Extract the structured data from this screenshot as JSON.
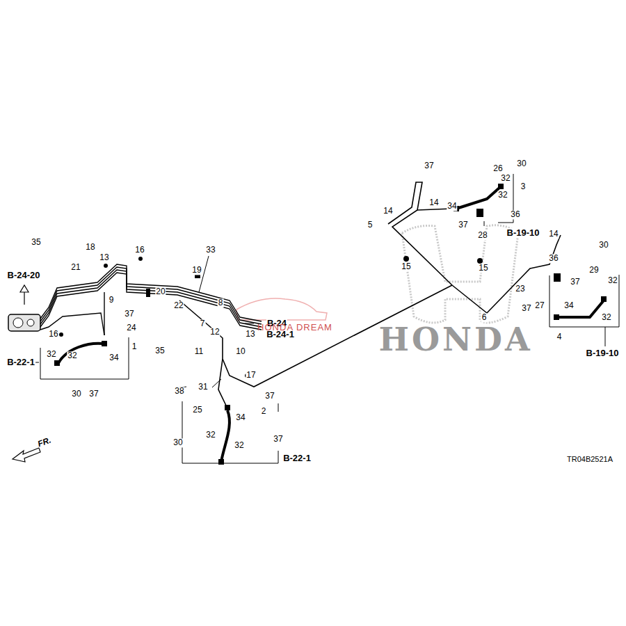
{
  "diagram": {
    "labels": [
      "37",
      "26",
      "30",
      "32",
      "3",
      "32",
      "14",
      "14",
      "34",
      "36",
      "5",
      "37",
      "28",
      "B-19-10",
      "14",
      "30",
      "15",
      "15",
      "36",
      "29",
      "37",
      "32",
      "23",
      "34",
      "27",
      "37",
      "32",
      "6",
      "4",
      "B-19-10",
      "35",
      "18",
      "21",
      "13",
      "16",
      "33",
      "19",
      "B-24-20",
      "20",
      "9",
      "37",
      "22",
      "8",
      "7",
      "24",
      "B-24",
      "B-24-1",
      "16",
      "12",
      "13",
      "1",
      "35",
      "11",
      "10",
      "32",
      "32",
      "34",
      "B-22-1",
      "17",
      "31",
      "38",
      "30",
      "37",
      "37",
      "2",
      "25",
      "34",
      "32",
      "37",
      "30",
      "32",
      "B-22-1",
      "FR.",
      "TR04B2521A",
      "HONDA DREAM",
      "HONDA"
    ]
  }
}
